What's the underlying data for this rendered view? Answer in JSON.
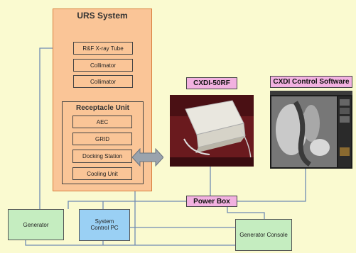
{
  "urs": {
    "title": "URS System",
    "items": [
      "R&F X-ray Tube",
      "Collimator",
      "Collimator"
    ],
    "receptacle": {
      "title": "Receptacle Unit",
      "items": [
        "AEC",
        "GRID",
        "Docking Station",
        "Cooling Unit"
      ]
    }
  },
  "labels": {
    "cxdi50rf": "CXDI-50RF",
    "cxdi_software": "CXDI Control Software",
    "power_box": "Power Box",
    "generator": "Generator",
    "system_control_pc_line1": "System",
    "system_control_pc_line2": "Control PC",
    "generator_console": "Generator Console"
  },
  "colors": {
    "background": "#fafad0",
    "urs_fill": "#fac597",
    "urs_border": "#d87e3c",
    "label_pink": "#f2b1e0",
    "green_box": "#c5edc0",
    "blue_box": "#9ad0f4",
    "connector_line": "#6f8bb3"
  }
}
